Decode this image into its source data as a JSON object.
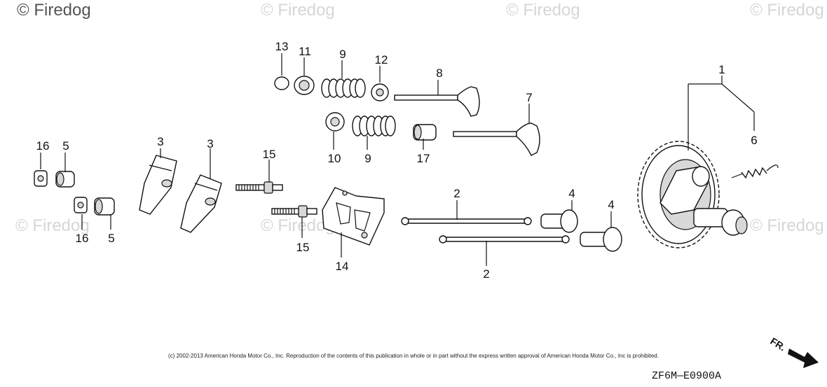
{
  "watermarks": [
    "© Firedog",
    "© Firedog",
    "© Firedog",
    "© Firedog",
    "© Firedog",
    "© Firedog",
    "© Firedog"
  ],
  "callouts": {
    "c1": "1",
    "c2a": "2",
    "c2b": "2",
    "c3a": "3",
    "c3b": "3",
    "c4a": "4",
    "c4b": "4",
    "c5a": "5",
    "c5b": "5",
    "c6": "6",
    "c7": "7",
    "c8": "8",
    "c9a": "9",
    "c9b": "9",
    "c10": "10",
    "c11": "11",
    "c12": "12",
    "c13": "13",
    "c14": "14",
    "c15a": "15",
    "c15b": "15",
    "c16a": "16",
    "c16b": "16",
    "c17": "17"
  },
  "copyright": "(c) 2002-2013 American Honda Motor Co., Inc. Reproduction of the contents of this publication in whole or in part without the express written approval of American Honda Motor Co., Inc is prohibited.",
  "diagram_code": "ZF6M—E0900A",
  "direction_label": "FR."
}
